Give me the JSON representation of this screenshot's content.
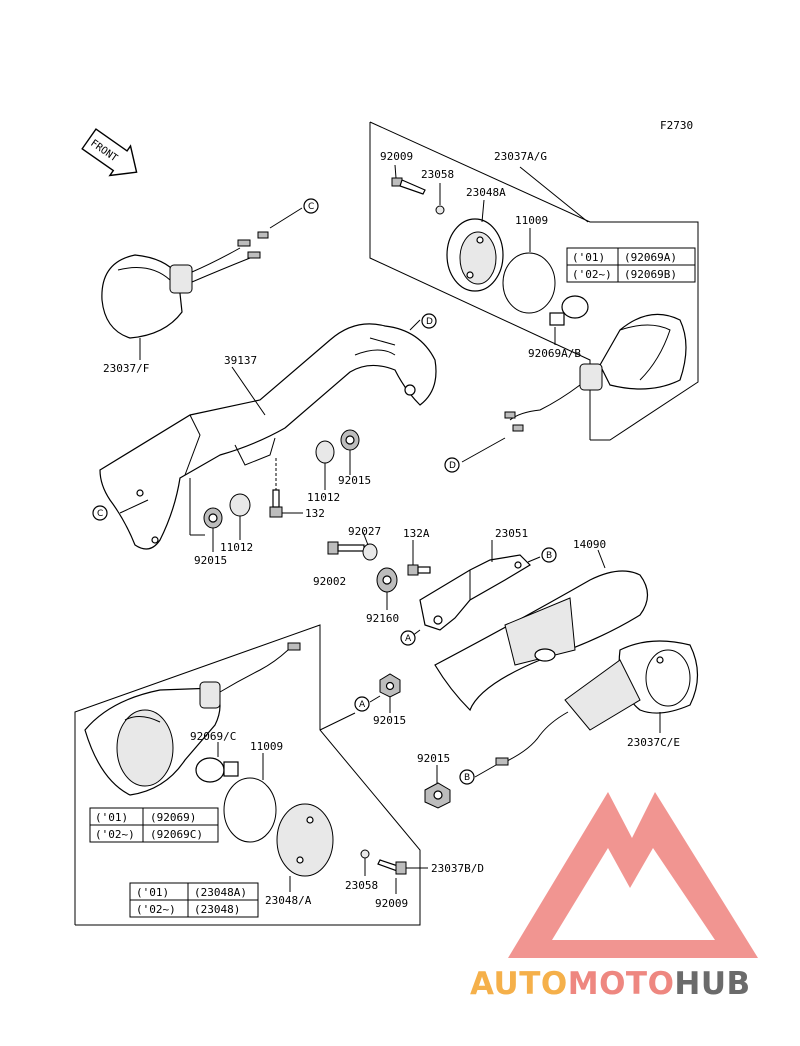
{
  "figure_id": "F2730",
  "front_label": "FRONT",
  "refs": {
    "a": "A",
    "b": "B",
    "c": "C",
    "d": "D"
  },
  "labels": {
    "p23037ag": "23037A/G",
    "p92009_top": "92009",
    "p23058_top": "23058",
    "p23048a_top": "23048A",
    "p11009_top": "11009",
    "p92069ab": "92069A/B",
    "p23037f": "23037/F",
    "p39137": "39137",
    "p11012_right": "11012",
    "p92015_right": "92015",
    "p132": "132",
    "p11012_left": "11012",
    "p92015_left": "92015",
    "p92027": "92027",
    "p132a": "132A",
    "p23051": "23051",
    "p14090": "14090",
    "p92002": "92002",
    "p92160": "92160",
    "p92015_mid": "92015",
    "p92069c": "92069/C",
    "p11009_bot": "11009",
    "p92015_low": "92015",
    "p23037ce": "23037C/E",
    "p23037bd": "23037B/D",
    "p23058_bot": "23058",
    "p92009_bot": "92009",
    "p23048a_bot": "23048/A"
  },
  "tables": {
    "bulb_upper": [
      {
        "year": "('01)",
        "part": "(92069A)"
      },
      {
        "year": "('02~)",
        "part": "(92069B)"
      }
    ],
    "bulb_lower": [
      {
        "year": "('01)",
        "part": "(92069)"
      },
      {
        "year": "('02~)",
        "part": "(92069C)"
      }
    ],
    "lens_lower": [
      {
        "year": "('01)",
        "part": "(23048A)"
      },
      {
        "year": "('02~)",
        "part": "(23048)"
      }
    ]
  },
  "watermark": {
    "auto": "AUTO",
    "moto": "MOTO",
    "hub": "HUB"
  },
  "colors": {
    "wm_orange": "#f5b04a",
    "wm_red": "#ee8780",
    "wm_grey": "#6b6b6b",
    "wm_triangle": "#ef8a85"
  }
}
